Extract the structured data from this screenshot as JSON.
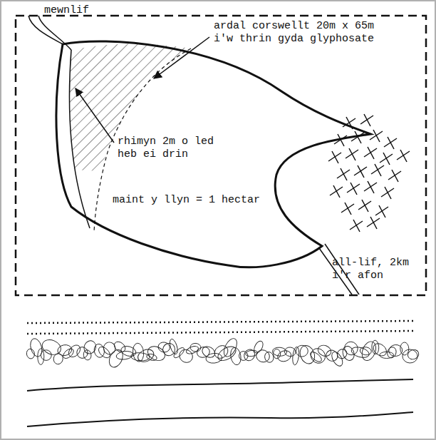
{
  "diagram": {
    "labels": [
      "mewnlif",
      "ardal corswellt 20m x 65m i'w thrin gyda glyphosate",
      "rhimyn 2m o led heb ei drin",
      "maint y llyn = 1 hectar",
      "all-lif, 2km i'r afon"
    ]
  }
}
